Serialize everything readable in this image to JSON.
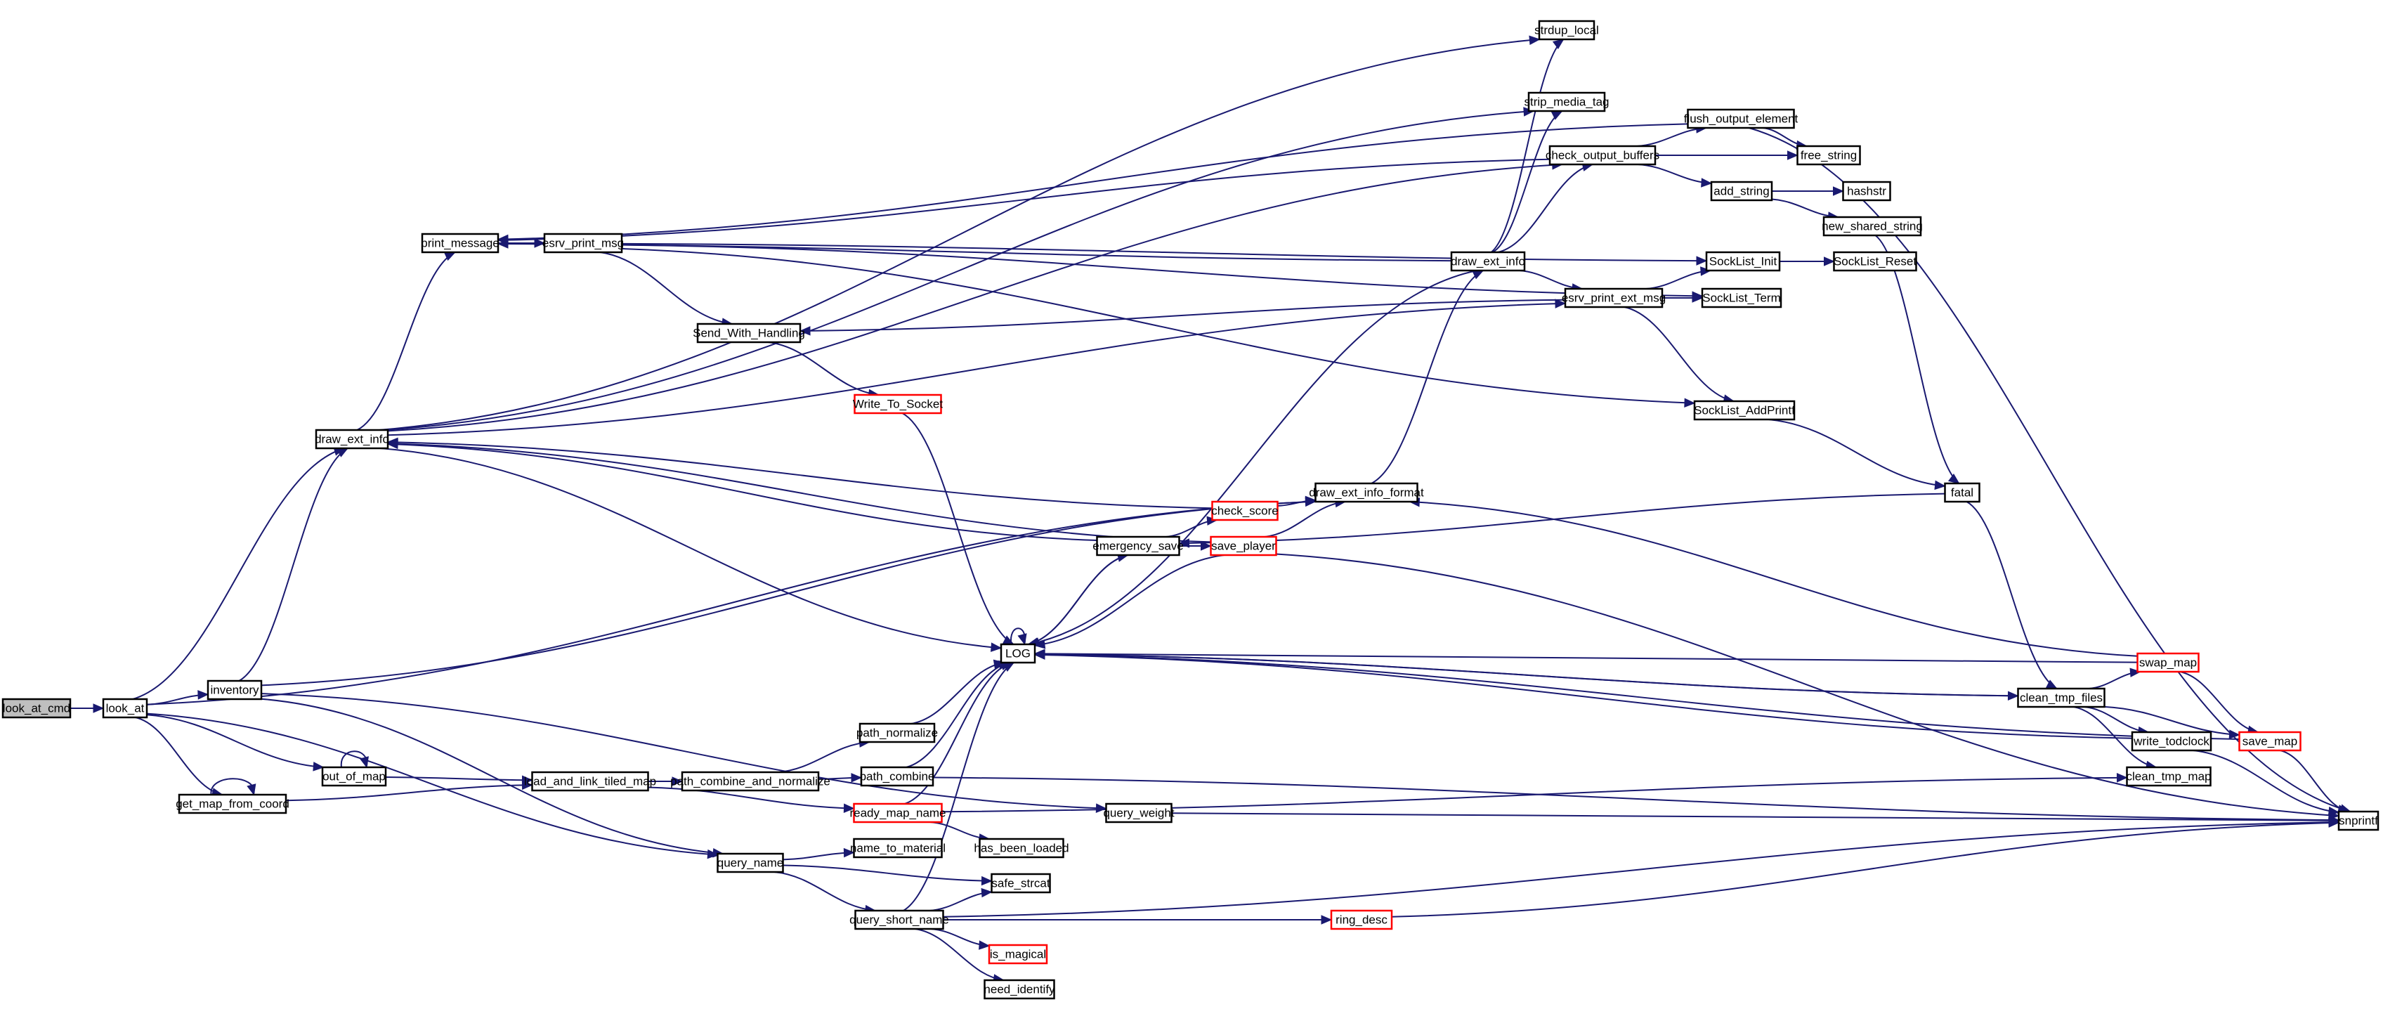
{
  "diagram": {
    "type": "call-graph",
    "title": "look_at_cmd",
    "colors": {
      "edge": "#191970",
      "node_border": "#000000",
      "missing_border": "#ff0000",
      "root_fill": "#bfbfbf"
    },
    "nodes": [
      {
        "id": "look_at_cmd",
        "label": "look_at_cmd",
        "style": "root"
      },
      {
        "id": "look_at",
        "label": "look_at"
      },
      {
        "id": "inventory",
        "label": "inventory"
      },
      {
        "id": "out_of_map",
        "label": "out_of_map"
      },
      {
        "id": "get_map_from_coord",
        "label": "get_map_from_coord"
      },
      {
        "id": "draw_ext_info_l",
        "label": "draw_ext_info"
      },
      {
        "id": "print_message",
        "label": "print_message"
      },
      {
        "id": "esrv_print_msg",
        "label": "esrv_print_msg"
      },
      {
        "id": "Send_With_Handling",
        "label": "Send_With_Handling"
      },
      {
        "id": "Write_To_Socket",
        "label": "Write_To_Socket",
        "style": "missing"
      },
      {
        "id": "load_and_link_tiled_map",
        "label": "load_and_link_tiled_map"
      },
      {
        "id": "path_combine_and_normalize",
        "label": "path_combine_and_normalize"
      },
      {
        "id": "query_name",
        "label": "query_name"
      },
      {
        "id": "path_normalize",
        "label": "path_normalize"
      },
      {
        "id": "path_combine",
        "label": "path_combine"
      },
      {
        "id": "ready_map_name",
        "label": "ready_map_name",
        "style": "missing"
      },
      {
        "id": "name_to_material",
        "label": "name_to_material"
      },
      {
        "id": "has_been_loaded",
        "label": "has_been_loaded"
      },
      {
        "id": "safe_strcat",
        "label": "safe_strcat"
      },
      {
        "id": "query_short_name",
        "label": "query_short_name"
      },
      {
        "id": "is_magical",
        "label": "is_magical",
        "style": "missing"
      },
      {
        "id": "need_identify",
        "label": "need_identify"
      },
      {
        "id": "LOG",
        "label": "LOG"
      },
      {
        "id": "emergency_save",
        "label": "emergency_save"
      },
      {
        "id": "save_player",
        "label": "save_player",
        "style": "missing"
      },
      {
        "id": "check_score",
        "label": "check_score",
        "style": "missing"
      },
      {
        "id": "draw_ext_info_format",
        "label": "draw_ext_info_format"
      },
      {
        "id": "query_weight",
        "label": "query_weight"
      },
      {
        "id": "ring_desc",
        "label": "ring_desc",
        "style": "missing"
      },
      {
        "id": "strdup_local",
        "label": "strdup_local"
      },
      {
        "id": "strip_media_tag",
        "label": "strip_media_tag"
      },
      {
        "id": "check_output_buffers",
        "label": "check_output_buffers"
      },
      {
        "id": "flush_output_element",
        "label": "flush_output_element"
      },
      {
        "id": "free_string",
        "label": "free_string"
      },
      {
        "id": "add_string",
        "label": "add_string"
      },
      {
        "id": "hashstr",
        "label": "hashstr"
      },
      {
        "id": "new_shared_string",
        "label": "new_shared_string"
      },
      {
        "id": "draw_ext_info_r",
        "label": "draw_ext_info"
      },
      {
        "id": "SockList_Init",
        "label": "SockList_Init"
      },
      {
        "id": "SockList_Reset",
        "label": "SockList_Reset"
      },
      {
        "id": "esrv_print_ext_msg",
        "label": "esrv_print_ext_msg"
      },
      {
        "id": "SockList_Term",
        "label": "SockList_Term"
      },
      {
        "id": "SockList_AddPrintf",
        "label": "SockList_AddPrintf"
      },
      {
        "id": "fatal",
        "label": "fatal"
      },
      {
        "id": "swap_map",
        "label": "swap_map",
        "style": "missing"
      },
      {
        "id": "clean_tmp_files",
        "label": "clean_tmp_files"
      },
      {
        "id": "write_todclock",
        "label": "write_todclock"
      },
      {
        "id": "save_map",
        "label": "save_map",
        "style": "missing"
      },
      {
        "id": "clean_tmp_map",
        "label": "clean_tmp_map"
      },
      {
        "id": "snprintf",
        "label": "snprintf"
      }
    ],
    "edges": [
      [
        "look_at_cmd",
        "look_at"
      ],
      [
        "look_at",
        "inventory"
      ],
      [
        "look_at",
        "out_of_map"
      ],
      [
        "look_at",
        "get_map_from_coord"
      ],
      [
        "look_at",
        "draw_ext_info_l"
      ],
      [
        "look_at",
        "draw_ext_info_format"
      ],
      [
        "look_at",
        "query_name"
      ],
      [
        "inventory",
        "draw_ext_info_l"
      ],
      [
        "inventory",
        "draw_ext_info_format"
      ],
      [
        "inventory",
        "query_name"
      ],
      [
        "inventory",
        "query_weight"
      ],
      [
        "out_of_map",
        "out_of_map"
      ],
      [
        "out_of_map",
        "load_and_link_tiled_map"
      ],
      [
        "get_map_from_coord",
        "get_map_from_coord"
      ],
      [
        "get_map_from_coord",
        "load_and_link_tiled_map"
      ],
      [
        "draw_ext_info_l",
        "print_message"
      ],
      [
        "draw_ext_info_l",
        "strdup_local"
      ],
      [
        "draw_ext_info_l",
        "strip_media_tag"
      ],
      [
        "draw_ext_info_l",
        "check_output_buffers"
      ],
      [
        "draw_ext_info_l",
        "esrv_print_ext_msg"
      ],
      [
        "draw_ext_info_l",
        "LOG"
      ],
      [
        "print_message",
        "esrv_print_msg"
      ],
      [
        "esrv_print_msg",
        "Send_With_Handling"
      ],
      [
        "esrv_print_msg",
        "SockList_Init"
      ],
      [
        "esrv_print_msg",
        "SockList_Term"
      ],
      [
        "esrv_print_msg",
        "SockList_AddPrintf"
      ],
      [
        "Send_With_Handling",
        "Write_To_Socket"
      ],
      [
        "Write_To_Socket",
        "LOG"
      ],
      [
        "load_and_link_tiled_map",
        "path_combine_and_normalize"
      ],
      [
        "load_and_link_tiled_map",
        "ready_map_name"
      ],
      [
        "path_combine_and_normalize",
        "path_combine"
      ],
      [
        "path_combine_and_normalize",
        "path_normalize"
      ],
      [
        "path_normalize",
        "LOG"
      ],
      [
        "path_combine",
        "LOG"
      ],
      [
        "path_combine",
        "snprintf"
      ],
      [
        "ready_map_name",
        "LOG"
      ],
      [
        "ready_map_name",
        "has_been_loaded"
      ],
      [
        "ready_map_name",
        "clean_tmp_map"
      ],
      [
        "query_name",
        "name_to_material"
      ],
      [
        "query_name",
        "safe_strcat"
      ],
      [
        "query_name",
        "query_short_name"
      ],
      [
        "query_short_name",
        "safe_strcat"
      ],
      [
        "query_short_name",
        "ring_desc"
      ],
      [
        "query_short_name",
        "is_magical"
      ],
      [
        "query_short_name",
        "need_identify"
      ],
      [
        "query_short_name",
        "LOG"
      ],
      [
        "query_short_name",
        "snprintf"
      ],
      [
        "query_weight",
        "snprintf"
      ],
      [
        "ring_desc",
        "snprintf"
      ],
      [
        "LOG",
        "LOG"
      ],
      [
        "LOG",
        "emergency_save"
      ],
      [
        "emergency_save",
        "LOG"
      ],
      [
        "emergency_save",
        "check_score"
      ],
      [
        "emergency_save",
        "save_player"
      ],
      [
        "emergency_save",
        "draw_ext_info_l"
      ],
      [
        "check_score",
        "draw_ext_info_format"
      ],
      [
        "check_score",
        "draw_ext_info_l"
      ],
      [
        "save_player",
        "draw_ext_info_format"
      ],
      [
        "save_player",
        "draw_ext_info_l"
      ],
      [
        "save_player",
        "LOG"
      ],
      [
        "save_player",
        "snprintf"
      ],
      [
        "draw_ext_info_format",
        "draw_ext_info_r"
      ],
      [
        "draw_ext_info_r",
        "print_message"
      ],
      [
        "draw_ext_info_r",
        "strdup_local"
      ],
      [
        "draw_ext_info_r",
        "strip_media_tag"
      ],
      [
        "draw_ext_info_r",
        "check_output_buffers"
      ],
      [
        "draw_ext_info_r",
        "esrv_print_ext_msg"
      ],
      [
        "draw_ext_info_r",
        "LOG"
      ],
      [
        "check_output_buffers",
        "print_message"
      ],
      [
        "check_output_buffers",
        "flush_output_element"
      ],
      [
        "check_output_buffers",
        "free_string"
      ],
      [
        "check_output_buffers",
        "add_string"
      ],
      [
        "flush_output_element",
        "print_message"
      ],
      [
        "flush_output_element",
        "free_string"
      ],
      [
        "flush_output_element",
        "snprintf"
      ],
      [
        "add_string",
        "hashstr"
      ],
      [
        "add_string",
        "new_shared_string"
      ],
      [
        "new_shared_string",
        "fatal"
      ],
      [
        "esrv_print_ext_msg",
        "Send_With_Handling"
      ],
      [
        "esrv_print_ext_msg",
        "SockList_Init"
      ],
      [
        "esrv_print_ext_msg",
        "SockList_Term"
      ],
      [
        "esrv_print_ext_msg",
        "SockList_AddPrintf"
      ],
      [
        "SockList_Init",
        "SockList_Reset"
      ],
      [
        "SockList_AddPrintf",
        "fatal"
      ],
      [
        "fatal",
        "emergency_save"
      ],
      [
        "fatal",
        "clean_tmp_files"
      ],
      [
        "clean_tmp_files",
        "LOG"
      ],
      [
        "clean_tmp_files",
        "swap_map"
      ],
      [
        "clean_tmp_files",
        "save_map"
      ],
      [
        "clean_tmp_files",
        "write_todclock"
      ],
      [
        "clean_tmp_files",
        "clean_tmp_map"
      ],
      [
        "LOG",
        "clean_tmp_files"
      ],
      [
        "swap_map",
        "LOG"
      ],
      [
        "swap_map",
        "save_map"
      ],
      [
        "swap_map",
        "draw_ext_info_format"
      ],
      [
        "write_todclock",
        "LOG"
      ],
      [
        "write_todclock",
        "snprintf"
      ],
      [
        "save_map",
        "LOG"
      ],
      [
        "save_map",
        "snprintf"
      ]
    ]
  }
}
